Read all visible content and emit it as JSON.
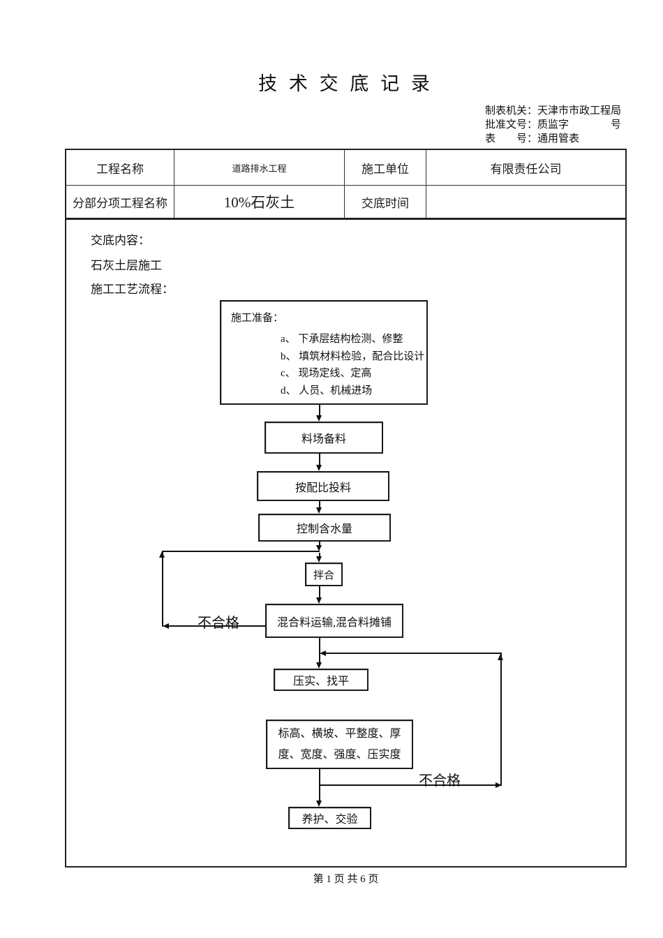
{
  "title": "技 术 交 底 记 录",
  "meta": {
    "line1": "制表机关：天津市市政工程局",
    "line2": "批准文号：质监字　　　　号",
    "line3": "表　　号：通用管表"
  },
  "info_table": {
    "row1": {
      "label_left": "工程名称",
      "value_left": "道路排水工程",
      "label_right": "施工单位",
      "value_right": "有限责任公司"
    },
    "row2": {
      "label_left": "分部分项工程名称",
      "value_left": "10%石灰土",
      "label_right": "交底时间",
      "value_right": ""
    }
  },
  "content": {
    "intro_heading": "交底内容：",
    "subject": "石灰土层施工",
    "process_heading": "施工工艺流程："
  },
  "flowchart": {
    "prep": {
      "title": "施工准备：",
      "items": [
        "a、 下承层结构检测、修整",
        "b、 填筑材料检验，配合比设计",
        "c、 现场定线、定高",
        "d、 人员、机械进场"
      ]
    },
    "steps": {
      "stockpile": "料场备料",
      "dosing": "按配比投料",
      "moisture": "控制含水量",
      "mixing": "拌合",
      "transport": "混合料运输,混合料摊铺",
      "compaction": "压实、找平",
      "inspection": "标高、横坡、平整度、厚度、宽度、强度、压实度",
      "curing": "养护、交验"
    },
    "fail_label_left": "不合格",
    "fail_label_right": "不合格"
  },
  "footer": {
    "page_indicator": "第 1 页 共 6 页"
  }
}
